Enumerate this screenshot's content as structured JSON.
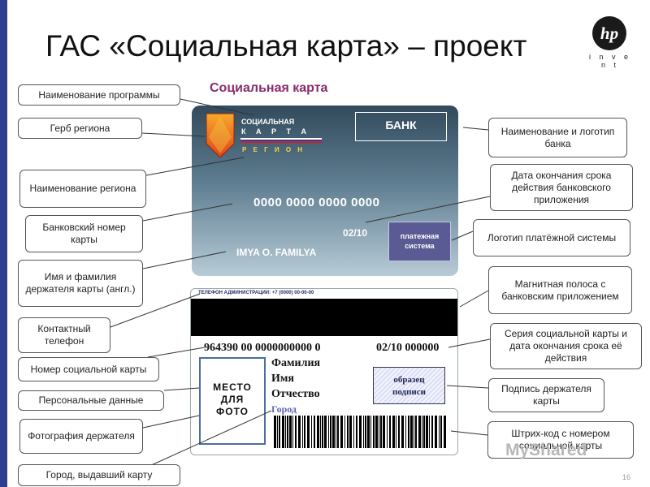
{
  "slide": {
    "title": "ГАС «Социальная карта» – проект",
    "page_number": "16"
  },
  "logo": {
    "brand": "hp",
    "tagline": "i n v e n t"
  },
  "card_front": {
    "heading": "Социальная карта",
    "program_line1": "СОЦИАЛЬНАЯ",
    "program_line2": "К А Р Т А",
    "region": "Р Е Г И О Н",
    "bank": "БАНК",
    "card_number": "0000 0000 0000 0000",
    "expiry": "02/10",
    "holder": "IMYA O. FAMILYA",
    "payment_system_line1": "платежная",
    "payment_system_line2": "система",
    "flag_colors": [
      "#ffffff",
      "#2442a8",
      "#d42020"
    ],
    "crest_color": "#e8561c"
  },
  "card_back": {
    "phone": "ТЕЛЕФОН АДМИНИСТРАЦИИ: +7 (0000) 00-00-00",
    "serial": "964390 00 0000000000 0",
    "serial_expiry": "02/10 000000",
    "photo_line1": "МЕСТО",
    "photo_line2": "ДЛЯ",
    "photo_line3": "ФОТО",
    "surname": "Фамилия",
    "name": "Имя",
    "patronymic": "Отчество",
    "city": "Город",
    "signature_line1": "образец",
    "signature_line2": "подписи"
  },
  "callouts_left": [
    "Наименование программы",
    "Герб региона",
    "Наименование региона",
    "Банковский номер карты",
    "Имя и фамилия держателя карты (англ.)",
    "Контактный телефон",
    "Номер социальной карты",
    "Персональные данные",
    "Фотография держателя",
    "Город, выдавший карту"
  ],
  "callouts_right": [
    "Наименование и логотип банка",
    "Дата окончания срока действия банковского приложения",
    "Логотип платёжной системы",
    "Магнитная полоса с банковским приложением",
    "Серия социальной карты и дата окончания срока её действия",
    "Подпись держателя карты",
    "Штрих-код с номером социальной карты"
  ],
  "watermark": "MyShared"
}
